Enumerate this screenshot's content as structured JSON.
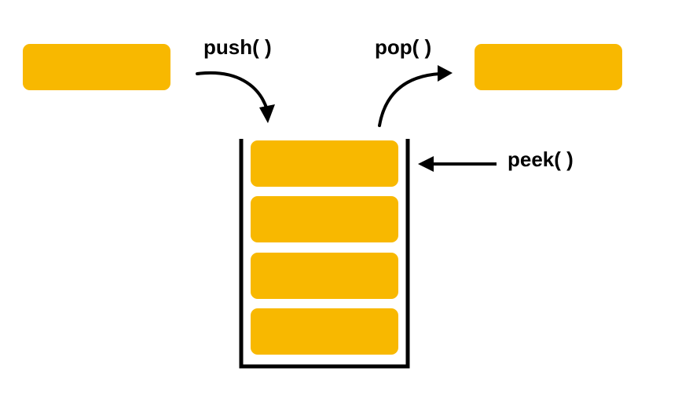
{
  "colors": {
    "block": "#F8B800",
    "ink": "#000000",
    "background": "#FFFFFF"
  },
  "operations": {
    "push": "push( )",
    "pop": "pop( )",
    "peek": "peek( )"
  },
  "stack": {
    "item_count": 4
  }
}
